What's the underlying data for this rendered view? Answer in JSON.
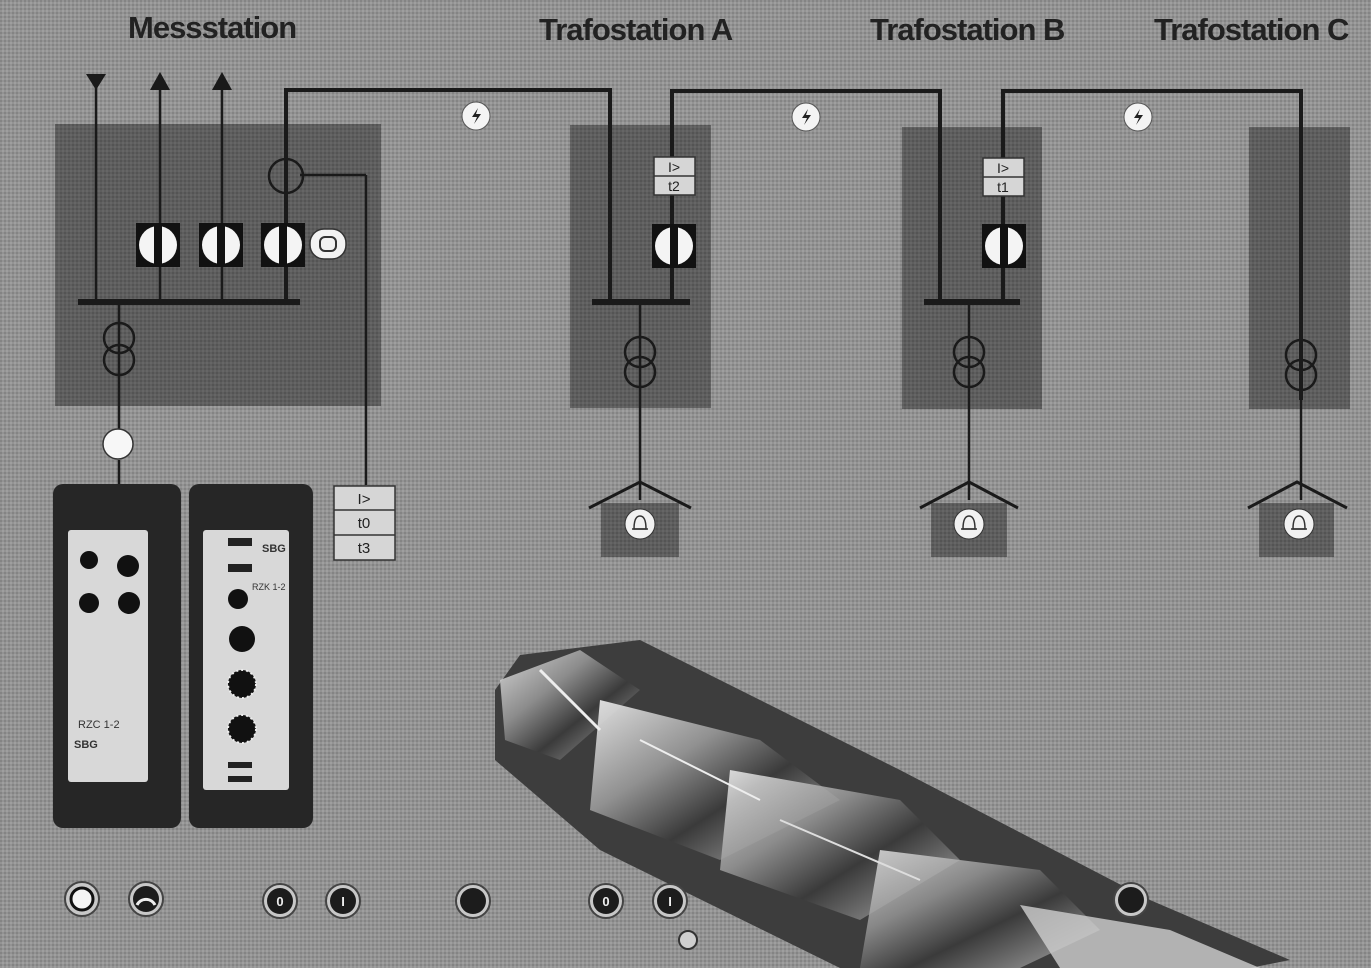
{
  "titles": {
    "messstation": "Messstation",
    "station_a": "Trafostation A",
    "station_b": "Trafostation B",
    "station_c": "Trafostation C"
  },
  "protection_labels": {
    "station_a": [
      "I>",
      "t2"
    ],
    "station_b": [
      "I>",
      "t1"
    ],
    "messstation": [
      "I>",
      "t0",
      "t3"
    ]
  },
  "relays": {
    "left_model": "RZC 1-2",
    "left_maker": "SBG",
    "right_model": "RZK 1-2",
    "right_maker": "SBG"
  },
  "bottom_buttons": {
    "off": "0",
    "on": "I"
  },
  "colors": {
    "panel_background": "#8f8f8f",
    "station_box": "#5e5e5e",
    "line": "#1a1a1a",
    "relay_frame": "#262626",
    "relay_face": "#d8d8d8"
  },
  "icons": [
    "lightning-icon",
    "bell-icon",
    "transformer-icon",
    "switch-icon",
    "motor-drive"
  ]
}
